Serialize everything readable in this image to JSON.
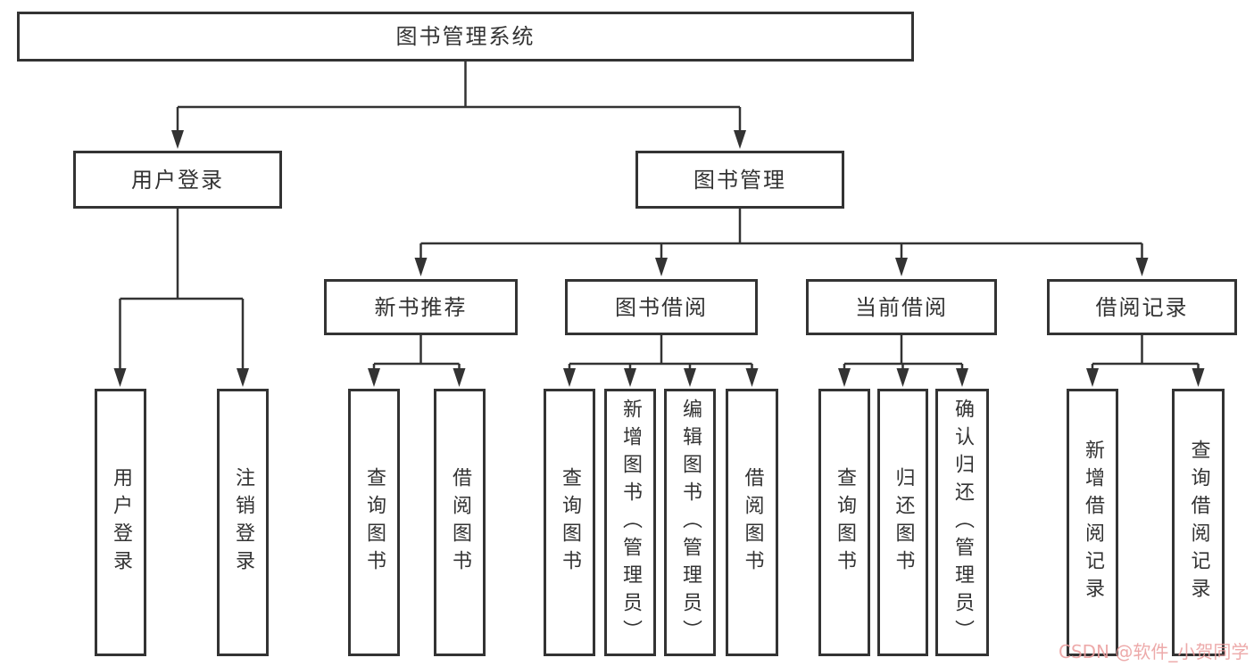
{
  "diagram": {
    "root": {
      "label": "图书管理系统"
    },
    "level2": [
      {
        "label": "用户登录"
      },
      {
        "label": "图书管理"
      }
    ],
    "level3": [
      {
        "label": "新书推荐"
      },
      {
        "label": "图书借阅"
      },
      {
        "label": "当前借阅"
      },
      {
        "label": "借阅记录"
      }
    ],
    "leaves": {
      "user_login": [
        "用户登录",
        "注销登录"
      ],
      "new_book": [
        "查询图书",
        "借阅图书"
      ],
      "book_borrow": [
        "查询图书",
        "新增图书（管理员）",
        "编辑图书（管理员）",
        "借阅图书"
      ],
      "current_borrow": [
        "查询图书",
        "归还图书",
        "确认归还（管理员）"
      ],
      "borrow_record": [
        "新增借阅记录",
        "查询借阅记录"
      ]
    },
    "colors": {
      "line": "#333333",
      "box_background": "#ffffff",
      "text": "#333333"
    }
  },
  "watermark": {
    "text": "CSDN @软件_小贺同学",
    "color": "#eb9f9f"
  }
}
